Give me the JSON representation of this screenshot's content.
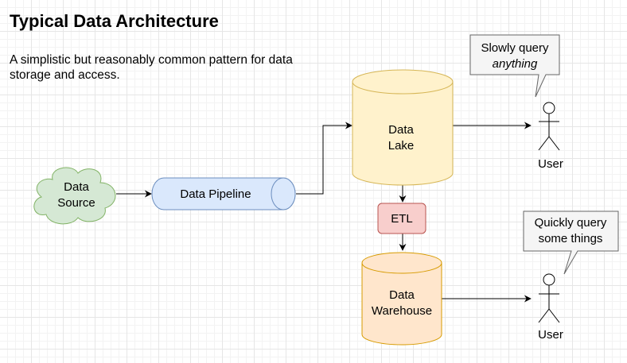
{
  "title": "Typical Data Architecture",
  "subtitle": "A simplistic but reasonably common pattern for data storage and access.",
  "nodes": {
    "source": {
      "line1": "Data",
      "line2": "Source"
    },
    "pipeline": {
      "label": "Data Pipeline"
    },
    "lake": {
      "line1": "Data",
      "line2": "Lake"
    },
    "etl": {
      "label": "ETL"
    },
    "warehouse": {
      "line1": "Data",
      "line2": "Warehouse"
    },
    "user_top": {
      "label": "User"
    },
    "user_bottom": {
      "label": "User"
    }
  },
  "callouts": {
    "top": {
      "line1": "Slowly query",
      "line2": "anything"
    },
    "bottom": {
      "line1": "Quickly query",
      "line2": "some things"
    }
  },
  "colors": {
    "source_fill": "#d5e8d4",
    "source_stroke": "#82b366",
    "pipeline_fill": "#dae8fc",
    "pipeline_stroke": "#6c8ebf",
    "lake_fill": "#fff2cc",
    "lake_stroke": "#d6b656",
    "etl_fill": "#f8cecc",
    "etl_stroke": "#b85450",
    "warehouse_fill": "#ffe6cc",
    "warehouse_stroke": "#d79b00",
    "callout_fill": "#f5f5f5",
    "callout_stroke": "#666666"
  }
}
